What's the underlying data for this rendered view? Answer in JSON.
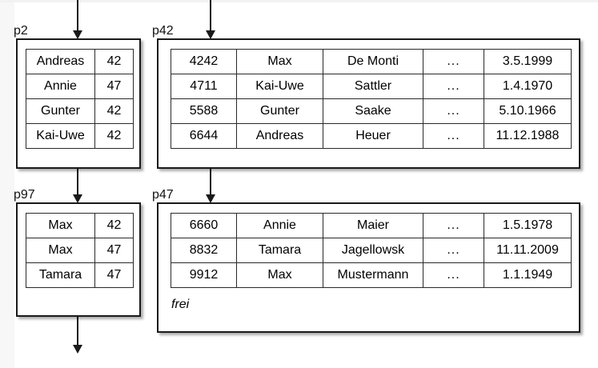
{
  "diagram": {
    "title": "Hash index pages with overflow / data pages",
    "background": "#ffffff",
    "line_color": "#1a1a1a"
  },
  "pages": [
    {
      "id": "p2",
      "label": "p2",
      "kind": "index-page",
      "columns": [
        "name",
        "bucket"
      ],
      "rows": [
        {
          "name": "Andreas",
          "bucket": "42"
        },
        {
          "name": "Annie",
          "bucket": "47"
        },
        {
          "name": "Gunter",
          "bucket": "42"
        },
        {
          "name": "Kai-Uwe",
          "bucket": "42"
        }
      ]
    },
    {
      "id": "p97",
      "label": "p97",
      "kind": "index-page",
      "columns": [
        "name",
        "bucket"
      ],
      "rows": [
        {
          "name": "Max",
          "bucket": "42"
        },
        {
          "name": "Max",
          "bucket": "47"
        },
        {
          "name": "Tamara",
          "bucket": "47"
        }
      ]
    },
    {
      "id": "p42",
      "label": "p42",
      "kind": "data-page",
      "columns": [
        "id",
        "firstname",
        "lastname",
        "more",
        "date"
      ],
      "rows": [
        {
          "id": "4242",
          "firstname": "Max",
          "lastname": "De Monti",
          "more": "...",
          "date": "3.5.1999"
        },
        {
          "id": "4711",
          "firstname": "Kai-Uwe",
          "lastname": "Sattler",
          "more": "...",
          "date": "1.4.1970"
        },
        {
          "id": "5588",
          "firstname": "Gunter",
          "lastname": "Saake",
          "more": "...",
          "date": "5.10.1966"
        },
        {
          "id": "6644",
          "firstname": "Andreas",
          "lastname": "Heuer",
          "more": "...",
          "date": "11.12.1988"
        }
      ],
      "free_label": ""
    },
    {
      "id": "p47",
      "label": "p47",
      "kind": "data-page",
      "columns": [
        "id",
        "firstname",
        "lastname",
        "more",
        "date"
      ],
      "rows": [
        {
          "id": "6660",
          "firstname": "Annie",
          "lastname": "Maier",
          "more": "...",
          "date": "1.5.1978"
        },
        {
          "id": "8832",
          "firstname": "Tamara",
          "lastname": "Jagellowsk",
          "more": "...",
          "date": "11.11.2009"
        },
        {
          "id": "9912",
          "firstname": "Max",
          "lastname": "Mustermann",
          "more": "...",
          "date": "1.1.1949"
        }
      ],
      "free_label": "frei"
    }
  ],
  "arrows": [
    {
      "id": "arrow-into-p2",
      "from": "top-edge",
      "to": "p2"
    },
    {
      "id": "arrow-into-p42",
      "from": "top-edge",
      "to": "p42"
    },
    {
      "id": "arrow-p2-p97",
      "from": "p2",
      "to": "p97"
    },
    {
      "id": "arrow-into-p47",
      "from": "top-of-group",
      "to": "p47"
    },
    {
      "id": "arrow-out-p97",
      "from": "p97",
      "to": "bottom-edge"
    }
  ]
}
